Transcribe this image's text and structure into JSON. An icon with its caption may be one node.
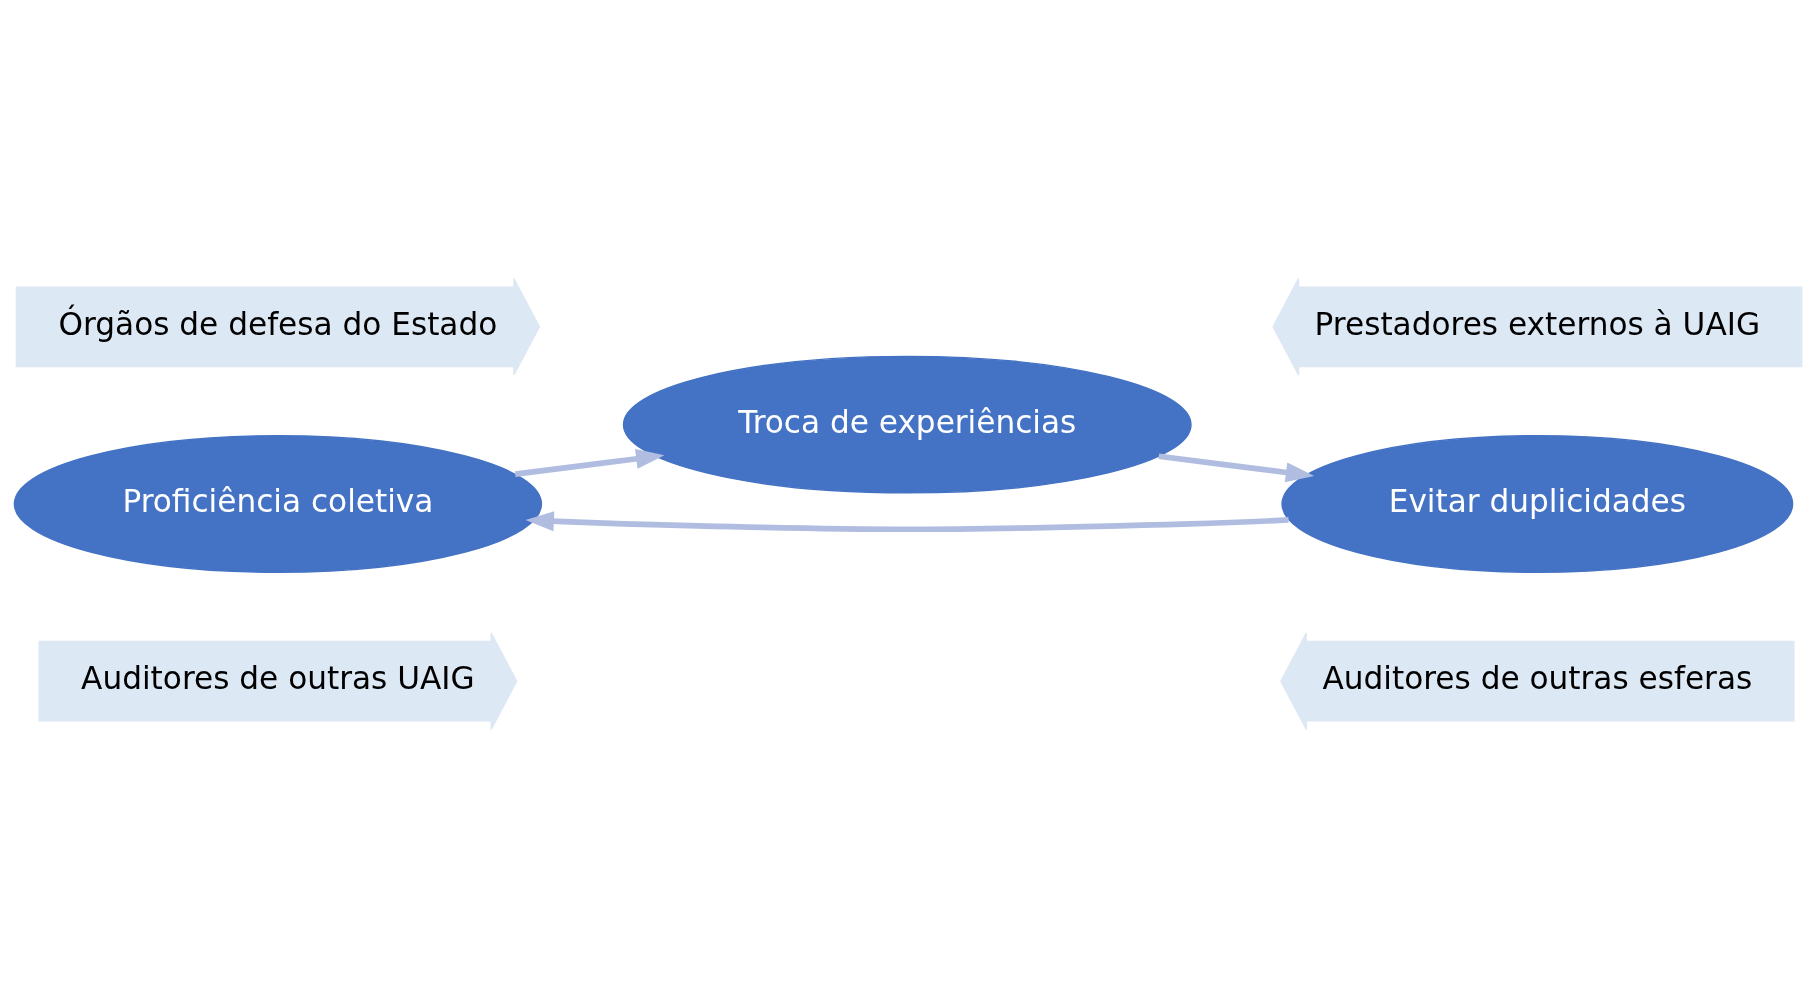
{
  "diagram": {
    "nodes": [
      {
        "text": [
          "Auditores de outras UAIG"
        ]
      },
      {
        "text": [
          "Auditores de outras esferas"
        ]
      },
      {
        "text": [
          "Proficiência coletiva"
        ]
      },
      {
        "text": [
          "Troca de experiências"
        ]
      },
      {
        "text": [
          "Evitar duplicidades"
        ]
      },
      {
        "text": [
          "Órgãos de defesa do Estado"
        ]
      },
      {
        "text": [
          "Prestadores externos à UAIG"
        ]
      }
    ],
    "edges": [
      {
        "from": 2,
        "to": 3,
        "arrow": "to"
      },
      {
        "from": 3,
        "to": 4,
        "arrow": "to"
      },
      {
        "from": 4,
        "to": 2,
        "arrow": "to"
      }
    ]
  }
}
